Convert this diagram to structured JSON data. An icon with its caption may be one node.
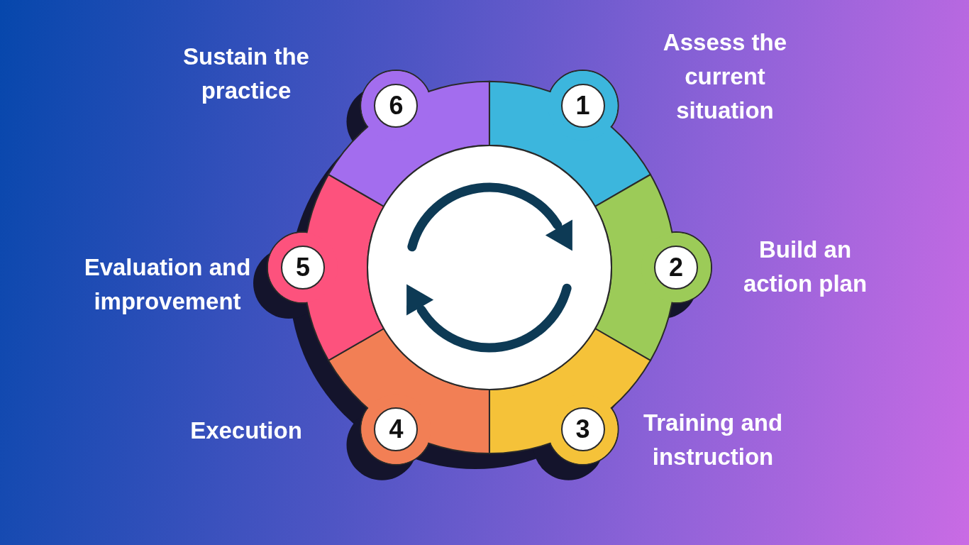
{
  "diagram": {
    "nodes": [
      {
        "text": [
          "1"
        ],
        "beside": [
          "Assess the current situation"
        ]
      },
      {
        "text": [
          "2"
        ],
        "beside": [
          "Build an action plan"
        ]
      },
      {
        "text": [
          "3"
        ],
        "beside": [
          "Training and instruction"
        ]
      },
      {
        "text": [
          "4"
        ],
        "beside": [
          "Execution"
        ]
      },
      {
        "text": [
          "5"
        ],
        "beside": [
          "Evaluation and improvement"
        ]
      },
      {
        "text": [
          "6"
        ],
        "beside": [
          "Sustain the practice"
        ]
      }
    ]
  }
}
